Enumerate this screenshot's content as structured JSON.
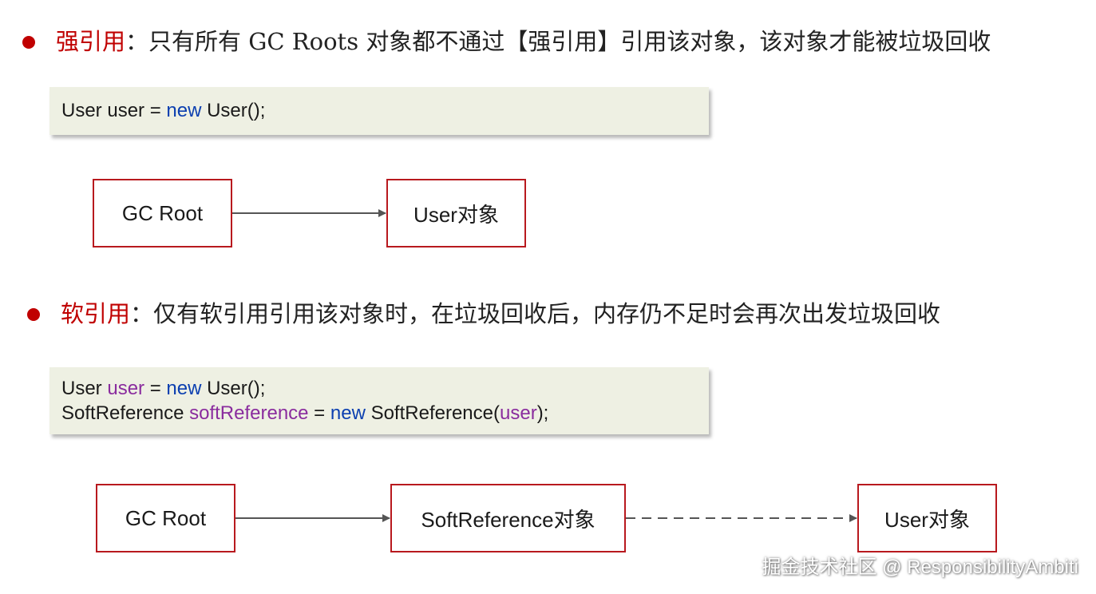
{
  "strong": {
    "keyword": "强引用",
    "text": "：只有所有 GC Roots 对象都不通过【强引用】引用该对象，该对象才能被垃圾回收",
    "code": {
      "line1": {
        "type": "User user = ",
        "kw": "new",
        "rest": " User();"
      }
    },
    "nodes": {
      "root": "GC Root",
      "obj": "User对象"
    }
  },
  "soft": {
    "keyword": "软引用",
    "text": "：仅有软引用引用该对象时，在垃圾回收后，内存仍不足时会再次出发垃圾回收",
    "code": {
      "line1": {
        "type": "User ",
        "var": "user",
        "eq": " = ",
        "kw": "new",
        "rest": " User();"
      },
      "line2": {
        "type": "SoftReference ",
        "var": "softReference",
        "eq": " = ",
        "kw": "new",
        "rest": " SoftReference(",
        "arg": "user",
        "end": ");"
      }
    },
    "nodes": {
      "root": "GC Root",
      "ref": "SoftReference对象",
      "obj": "User对象"
    }
  },
  "watermark": "掘金技术社区 @ ResponsibilityAmbiti",
  "colors": {
    "accent_red": "#c00000",
    "node_border": "#b8191e",
    "code_bg": "#eef0e3",
    "keyword_blue": "#0b3fb0",
    "variable_purple": "#8a2c9e"
  }
}
